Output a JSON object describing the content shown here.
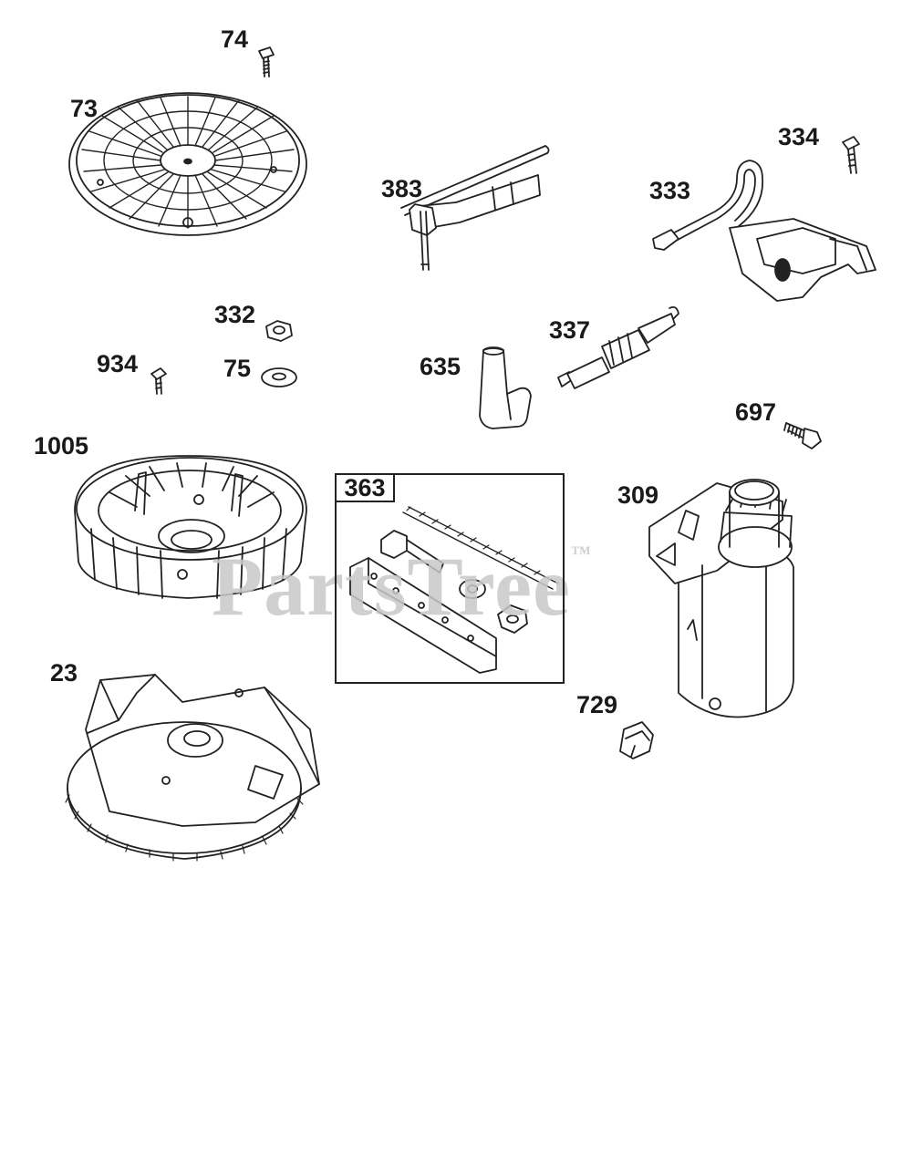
{
  "watermark": {
    "text": "PartsTree",
    "mark": "™"
  },
  "kit_box": {
    "label": "363"
  },
  "callouts": {
    "c74": "74",
    "c73": "73",
    "c383": "383",
    "c334": "334",
    "c333": "333",
    "c332": "332",
    "c934": "934",
    "c75": "75",
    "c635": "635",
    "c337": "337",
    "c697": "697",
    "c1005": "1005",
    "c309": "309",
    "c23": "23",
    "c729": "729"
  },
  "colors": {
    "ink": "#222222",
    "watermark": "#c8c8c8"
  }
}
